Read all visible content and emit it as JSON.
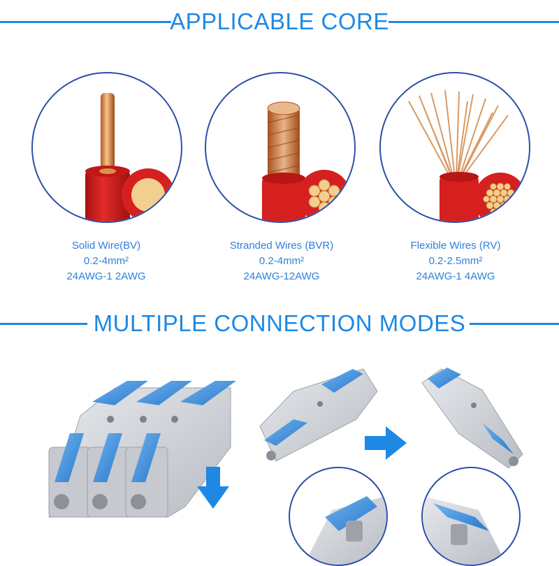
{
  "headers": {
    "applicable_core": "APPLICABLE CORE",
    "connection_modes": "MULTIPLE CONNECTION MODES"
  },
  "wires": [
    {
      "name": "Solid Wire(BV)",
      "range": "0.2-4mm²",
      "awg": "24AWG-1 2AWG",
      "icon": "solid-wire-icon"
    },
    {
      "name": "Stranded Wires (BVR)",
      "range": "0.2-4mm²",
      "awg": "24AWG-12AWG",
      "icon": "stranded-wire-icon"
    },
    {
      "name": "Flexible Wires (RV)",
      "range": "0.2-2.5mm²",
      "awg": "24AWG-1 4AWG",
      "icon": "flexible-wire-icon"
    }
  ],
  "colors": {
    "accent": "#1e88e5",
    "circle_border": "#2b4fa8",
    "insulation": "#d61f1f",
    "copper": "#d98a4a",
    "connector_body": "#d4d7dc",
    "lever": "#3a8fd8"
  },
  "icons": {
    "down_arrow": "arrow-down-icon",
    "right_arrow": "arrow-right-icon"
  }
}
